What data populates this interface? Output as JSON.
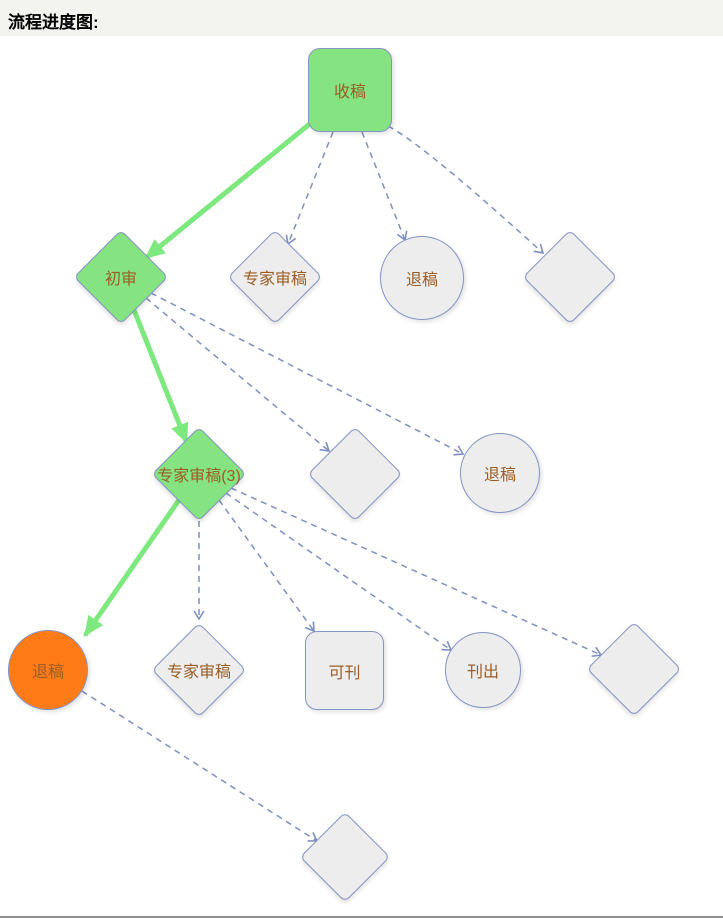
{
  "page": {
    "title": "流程进度图:"
  },
  "colors": {
    "active_fill": "#86e382",
    "active_arrow": "#7de87d",
    "inactive_fill": "#ededed",
    "node_border": "#8494c4",
    "reject_fill": "#ff7b17",
    "label_color": "#9b5d25"
  },
  "nodes": {
    "shougao": {
      "label": "收稿",
      "type": "rounded-rect",
      "state": "active"
    },
    "chushen": {
      "label": "初审",
      "type": "diamond",
      "state": "active"
    },
    "zhuanjia_row2": {
      "label": "专家审稿",
      "type": "diamond",
      "state": "inactive"
    },
    "tuigao_row2": {
      "label": "退稿",
      "type": "circle",
      "state": "inactive"
    },
    "blank_row2": {
      "label": "",
      "type": "diamond",
      "state": "inactive"
    },
    "zhuanjia3": {
      "label": "专家审稿(3)",
      "type": "diamond",
      "state": "active"
    },
    "blank_row3": {
      "label": "",
      "type": "diamond",
      "state": "inactive"
    },
    "tuigao_row3": {
      "label": "退稿",
      "type": "circle",
      "state": "inactive"
    },
    "tuigao_final": {
      "label": "退稿",
      "type": "circle",
      "state": "reject"
    },
    "zhuanjia_row4": {
      "label": "专家审稿",
      "type": "diamond",
      "state": "inactive"
    },
    "kekan": {
      "label": "可刊",
      "type": "rounded-rect",
      "state": "inactive"
    },
    "kanchu": {
      "label": "刊出",
      "type": "circle",
      "state": "inactive"
    },
    "blank_row4": {
      "label": "",
      "type": "diamond",
      "state": "inactive"
    },
    "blank_bottom": {
      "label": "",
      "type": "diamond",
      "state": "inactive"
    }
  },
  "edges": [
    {
      "from": "shougao",
      "to": "chushen",
      "style": "active-solid"
    },
    {
      "from": "shougao",
      "to": "zhuanjia_row2",
      "style": "dashed"
    },
    {
      "from": "shougao",
      "to": "tuigao_row2",
      "style": "dashed"
    },
    {
      "from": "shougao",
      "to": "blank_row2",
      "style": "dashed"
    },
    {
      "from": "chushen",
      "to": "zhuanjia3",
      "style": "active-solid"
    },
    {
      "from": "chushen",
      "to": "blank_row3",
      "style": "dashed"
    },
    {
      "from": "chushen",
      "to": "tuigao_row3",
      "style": "dashed"
    },
    {
      "from": "zhuanjia3",
      "to": "tuigao_final",
      "style": "active-solid"
    },
    {
      "from": "zhuanjia3",
      "to": "zhuanjia_row4",
      "style": "dashed"
    },
    {
      "from": "zhuanjia3",
      "to": "kekan",
      "style": "dashed"
    },
    {
      "from": "zhuanjia3",
      "to": "kanchu",
      "style": "dashed"
    },
    {
      "from": "zhuanjia3",
      "to": "blank_row4",
      "style": "dashed"
    },
    {
      "from": "tuigao_final",
      "to": "blank_bottom",
      "style": "dashed"
    }
  ]
}
